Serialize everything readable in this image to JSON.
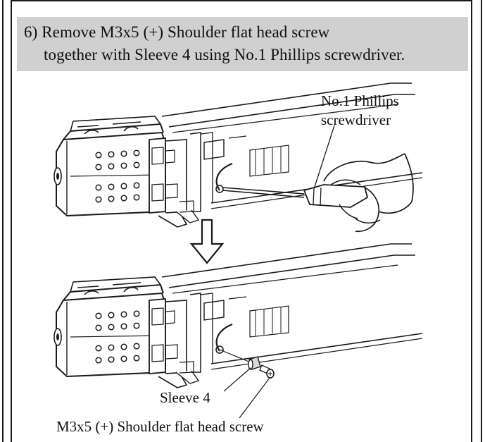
{
  "instruction": {
    "line1": "6) Remove M3x5 (+) Shoulder flat head screw",
    "line2": "together with Sleeve 4 using No.1 Phillips screwdriver."
  },
  "labels": {
    "screwdriver_line1": "No.1 Phillips",
    "screwdriver_line2": "screwdriver",
    "sleeve": "Sleeve 4",
    "screw": "M3x5 (+) Shoulder flat head screw"
  }
}
